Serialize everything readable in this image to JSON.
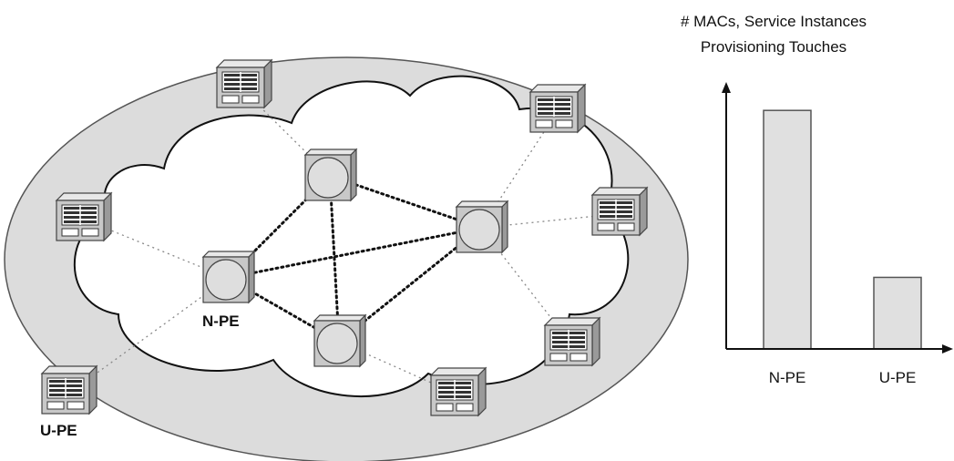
{
  "diagram": {
    "labels": {
      "npe": "N-PE",
      "upe": "U-PE"
    },
    "colors": {
      "outer_ellipse_fill": "#dcdcdc",
      "cloud_fill": "#ffffff",
      "device_fill": "#c8c8c8",
      "device_dark": "#333333",
      "core_link": "#111111",
      "access_link": "#888888"
    },
    "nodes": {
      "core": [
        {
          "id": "npe-top",
          "icon": "router-icon"
        },
        {
          "id": "npe-right",
          "icon": "router-icon"
        },
        {
          "id": "npe-left",
          "icon": "router-icon",
          "label_key": "npe"
        },
        {
          "id": "npe-bottom",
          "icon": "router-icon"
        }
      ],
      "edge": [
        {
          "id": "upe-top",
          "icon": "switch-icon"
        },
        {
          "id": "upe-top-right",
          "icon": "switch-icon"
        },
        {
          "id": "upe-right",
          "icon": "switch-icon"
        },
        {
          "id": "upe-bottom-right",
          "icon": "switch-icon"
        },
        {
          "id": "upe-bottom",
          "icon": "switch-icon"
        },
        {
          "id": "upe-left",
          "icon": "switch-icon"
        },
        {
          "id": "upe-bottom-left",
          "icon": "switch-icon",
          "label_key": "upe"
        }
      ]
    }
  },
  "chart_data": {
    "type": "bar",
    "title_lines": [
      "# MACs, Service Instances",
      "Provisioning Touches"
    ],
    "categories": [
      "N-PE",
      "U-PE"
    ],
    "values": [
      100,
      30
    ],
    "ylim": [
      0,
      110
    ],
    "xlabel": "",
    "ylabel": "",
    "grid": false,
    "bar_fill": "#e0e0e0",
    "bar_stroke": "#555555"
  }
}
